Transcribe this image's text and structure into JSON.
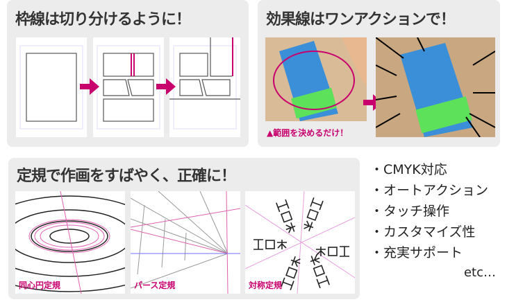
{
  "panels": {
    "frame_split": {
      "title": "枠線は切り分けるように！"
    },
    "effect_lines": {
      "title": "効果線はワンアクションで！",
      "caption": "▲範囲を決めるだけ！"
    },
    "rulers": {
      "title": "定規で作画をすばやく、正確に！",
      "items": [
        {
          "label": "同心円定規"
        },
        {
          "label": "パース定規"
        },
        {
          "label": "対称定規"
        }
      ]
    }
  },
  "features": {
    "items": [
      "・CMYK対応",
      "・オートアクション",
      "・タッチ操作",
      "・カスタマイズ性",
      "・充実サポート"
    ],
    "etc": "etc…"
  },
  "colors": {
    "accent": "#c8006e",
    "panel_bg": "#ececec",
    "heading": "#333333"
  }
}
